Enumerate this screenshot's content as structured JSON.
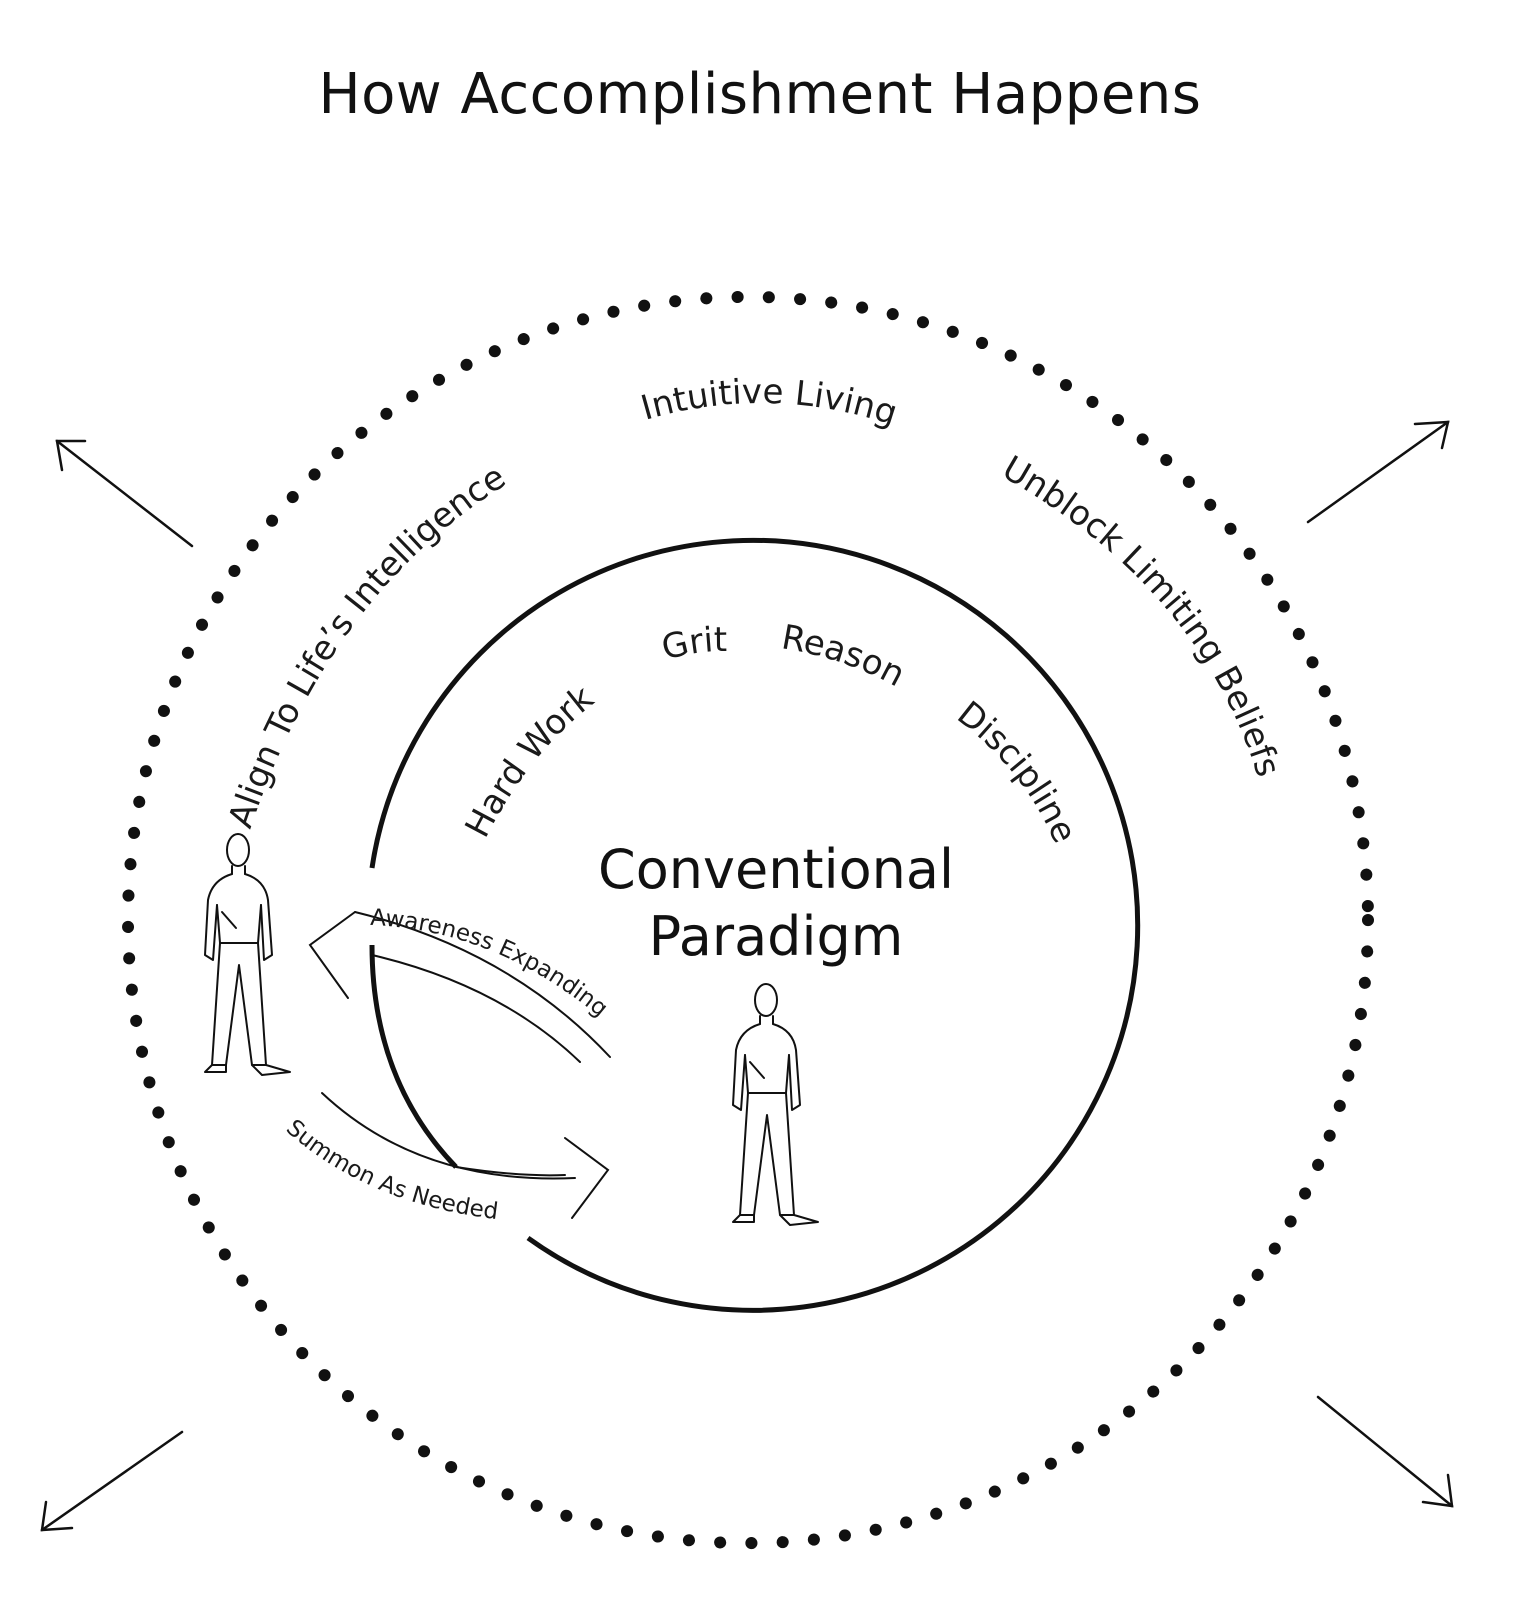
{
  "title": "How Accomplishment Happens",
  "outer_ring": {
    "labels": {
      "left": "Align To Life’s Intelligence",
      "top": "Intuitive Living",
      "right": "Unblock Limiting Beliefs"
    }
  },
  "inner_circle": {
    "labels": {
      "hard_work": "Hard Work",
      "grit": "Grit",
      "reason": "Reason",
      "discipline": "Discipline"
    },
    "center_label_line1": "Conventional",
    "center_label_line2": "Paradigm"
  },
  "flows": {
    "awareness_expanding": "Awareness  Expanding",
    "summon_as_needed": "Summon As Needed"
  },
  "colors": {
    "ink": "#111111",
    "background": "#ffffff"
  }
}
